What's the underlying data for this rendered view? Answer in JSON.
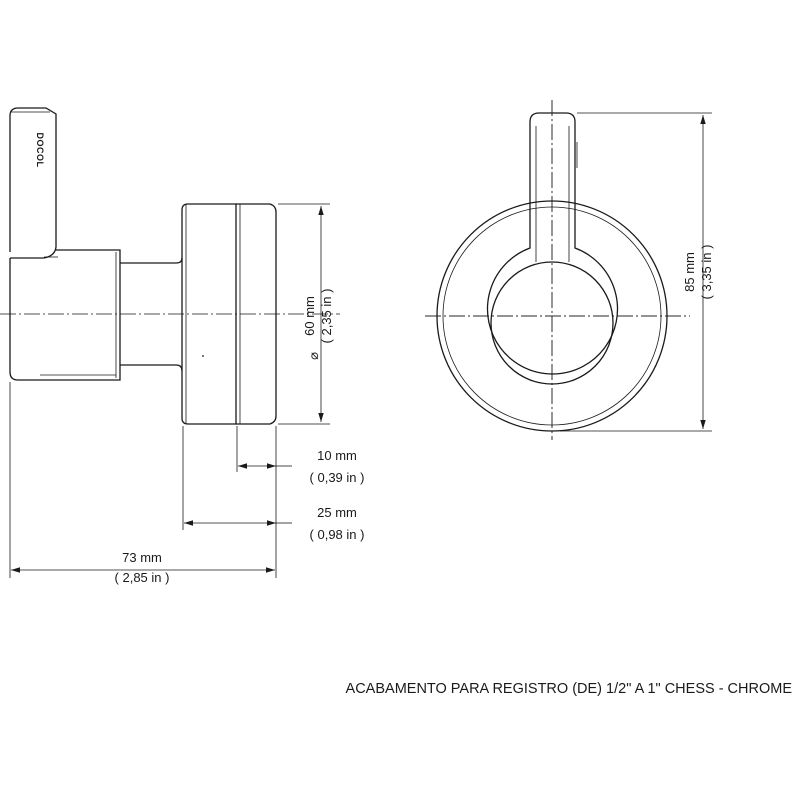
{
  "brand": "DOCOL",
  "dimensions": {
    "diameter": {
      "symbol": "⌀",
      "mm": "60 mm",
      "in": "( 2,35 in )"
    },
    "ring_depth": {
      "mm": "10 mm",
      "in": "( 0,39 in )"
    },
    "cap_depth": {
      "mm": "25 mm",
      "in": "( 0,98 in )"
    },
    "total_depth": {
      "mm": "73 mm",
      "in": "( 2,85 in )"
    },
    "height": {
      "mm": "85 mm",
      "in": "( 3,35 in )"
    }
  },
  "caption": "ACABAMENTO PARA REGISTRO (DE) 1/2\" A 1\" CHESS - CHROME"
}
